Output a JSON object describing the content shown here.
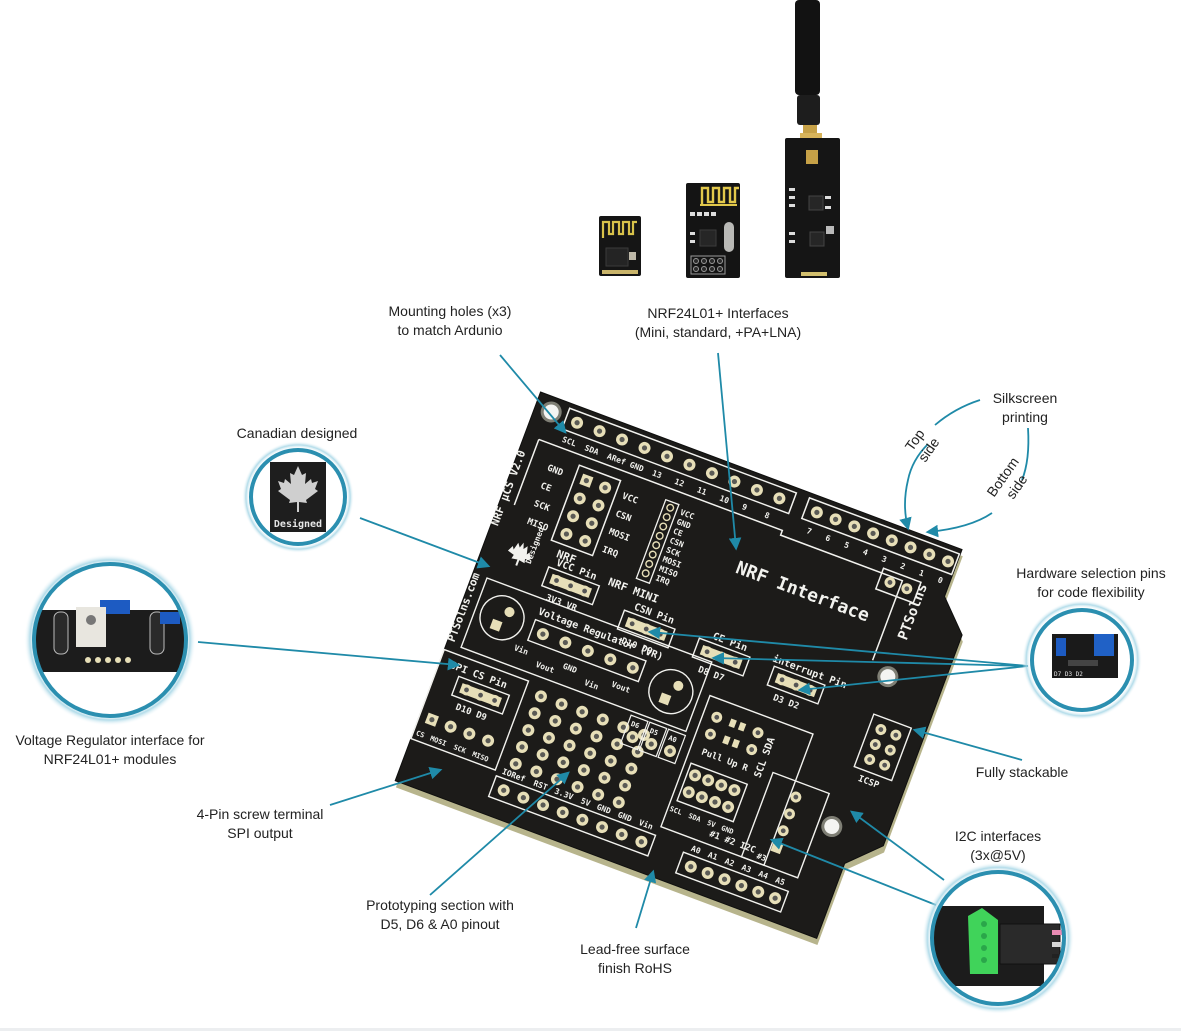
{
  "title": "NRF24L01+ Arduino shield feature overview",
  "colors": {
    "callout": "#1f8aa8",
    "pcb": "#1b1a18",
    "silkscreen": "#f2f2ee",
    "pad": "#e7dfb8",
    "bubble_ring": "#2b8fb0"
  },
  "labels": {
    "mounting_holes": [
      "Mounting holes (x3)",
      "to match Ardunio"
    ],
    "nrf_interfaces": [
      "NRF24L01+ Interfaces",
      "(Mini, standard, +PA+LNA)"
    ],
    "silkscreen": [
      "Silkscreen",
      "printing"
    ],
    "top_side": [
      "Top",
      "side"
    ],
    "bottom_side": [
      "Bottom",
      "side"
    ],
    "canadian": [
      "Canadian designed"
    ],
    "hardware_pins": [
      "Hardware selection pins",
      "for code flexibility"
    ],
    "voltage_reg": [
      "Voltage Regulator interface for",
      "NRF24L01+ modules"
    ],
    "fully_stackable": [
      "Fully stackable"
    ],
    "screw_terminal": [
      "4-Pin screw terminal",
      "SPI output"
    ],
    "i2c": [
      "I2C interfaces",
      "(3x@5V)"
    ],
    "prototyping": [
      "Prototyping section with",
      "D5, D6 & A0 pinout"
    ],
    "lead_free": [
      "Lead-free surface",
      "finish RoHS"
    ]
  },
  "modules": [
    {
      "name": "NRF24L01+ Mini"
    },
    {
      "name": "NRF24L01+ standard"
    },
    {
      "name": "NRF24L01+ PA+LNA"
    }
  ],
  "badge": {
    "text": "Designed"
  },
  "board": {
    "title": "NRF Interface",
    "version": "NRF μCS V2.0",
    "website": "PTSolns.com",
    "brand": "PTSolns",
    "designed": "Designed",
    "top_header": [
      "SCL",
      "SDA",
      "ARef",
      "GND",
      "13",
      "12",
      "11",
      "10",
      "9",
      "8"
    ],
    "right_header": [
      "7",
      "6",
      "5",
      "4",
      "3",
      "2",
      "1",
      "0"
    ],
    "nrf_left": [
      "GND",
      "CE",
      "SCK",
      "MISO"
    ],
    "nrf_right": [
      "VCC",
      "CSN",
      "MOSI",
      "IRQ"
    ],
    "nrf_label": "NRF",
    "nrf_mini_pins": [
      "VCC",
      "GND",
      "CE",
      "CSN",
      "SCK",
      "MOSI",
      "MISO",
      "IRQ"
    ],
    "nrf_mini_label": "NRF MINI",
    "vcc_pin": {
      "title": "VCC Pin",
      "sub": "3V3 VR"
    },
    "csn_pin": {
      "title": "CSN Pin",
      "sub": "D10 D9"
    },
    "ce_pin": {
      "title": "CE Pin",
      "sub": "D8 D7"
    },
    "int_pin": {
      "title": "interrupt Pin",
      "sub": "D3 D2"
    },
    "vr_title": "Voltage Regulator (VR)",
    "vr_pins": [
      "Vin",
      "Vout",
      "GND",
      "Vin",
      "Vout"
    ],
    "cs_pin": {
      "title": "CS Pin",
      "sub": "D10 D9"
    },
    "spi_label": "SPI",
    "spi_pins": [
      "CS",
      "MOSI",
      "SCK",
      "MISO"
    ],
    "proto_pins": [
      "D6",
      "D5",
      "A0"
    ],
    "power_header": [
      "IORef",
      "RST",
      "3.3V",
      "5V",
      "GND",
      "GND",
      "Vin"
    ],
    "pullup": "Pull Up R",
    "scl_sda": "SCL SDA",
    "i2c_pins": [
      "SCL",
      "SDA",
      "5V",
      "GND"
    ],
    "i2c_label": "#1 #2 I2C",
    "i2c3_label": "#3",
    "icsp": "ICSP",
    "analog_header": [
      "A0",
      "A1",
      "A2",
      "A3",
      "A4",
      "A5"
    ]
  }
}
